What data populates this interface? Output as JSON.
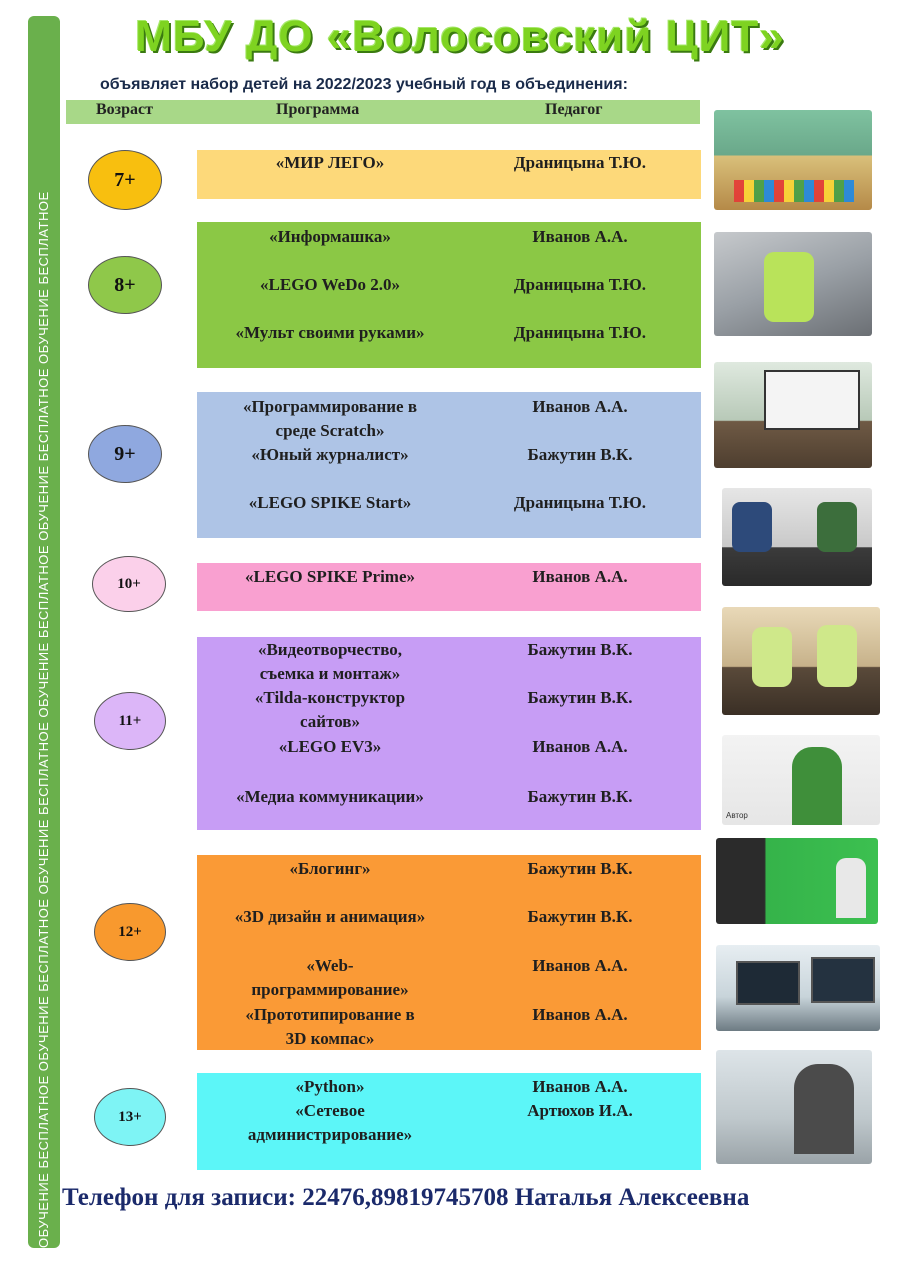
{
  "title": "МБУ ДО «Волосовский ЦИТ»",
  "subtitle": "объявляет набор детей на 2022/2023 учебный год в объединения:",
  "side_label": "ОБУЧЕНИЕ БЕСПЛАТНОЕ   ОБУЧЕНИЕ БЕСПЛАТНОЕ   ОБУЧЕНИЕ БЕСПЛАТНОЕ   ОБУЧЕНИЕ БЕСПЛАТНОЕ   ОБУЧЕНИЕ БЕСПЛАТНОЕ   ОБУЧЕНИЕ БЕСПЛАТНОЕ",
  "headers": {
    "age": "Возраст",
    "program": "Программа",
    "teacher": "Педагог"
  },
  "colors": {
    "yellow": "#fdd97a",
    "green": "#8bc845",
    "blue": "#aec4e6",
    "pink": "#f9a0d0",
    "purple": "#c79df5",
    "orange": "#fa9a36",
    "cyan": "#5cf6f8"
  },
  "groups": [
    {
      "age": "7+",
      "rows": [
        {
          "program": "«МИР ЛЕГО»",
          "teacher": "Драницына Т.Ю."
        }
      ]
    },
    {
      "age": "8+",
      "rows": [
        {
          "program": "«Информашка»",
          "teacher": "Иванов А.А."
        },
        {
          "program": "«LEGO WeDo 2.0»",
          "teacher": "Драницына Т.Ю."
        },
        {
          "program": "«Мульт своими руками»",
          "teacher": "Драницына Т.Ю."
        }
      ]
    },
    {
      "age": "9+",
      "rows": [
        {
          "program_l1": "«Программирование в",
          "program_l2": "среде Scratch»",
          "teacher": "Иванов А.А."
        },
        {
          "program": "«Юный журналист»",
          "teacher": "Бажутин В.К."
        },
        {
          "program": "«LEGO SPIKE Start»",
          "teacher": "Драницына Т.Ю."
        }
      ]
    },
    {
      "age": "10+",
      "rows": [
        {
          "program": "«LEGO SPIKE Prime»",
          "teacher": "Иванов А.А."
        }
      ]
    },
    {
      "age": "11+",
      "rows": [
        {
          "program_l1": "«Видеотворчество,",
          "program_l2": "съемка и монтаж»",
          "teacher": "Бажутин В.К."
        },
        {
          "program_l1": "«Tilda-конструктор",
          "program_l2": "сайтов»",
          "teacher": "Бажутин В.К."
        },
        {
          "program": "«LEGO EV3»",
          "teacher": "Иванов А.А."
        },
        {
          "program": "«Медиа коммуникации»",
          "teacher": "Бажутин В.К."
        }
      ]
    },
    {
      "age": "12+",
      "rows": [
        {
          "program": "«Блогинг»",
          "teacher": "Бажутин В.К."
        },
        {
          "program": "«3D дизайн и анимация»",
          "teacher": "Бажутин В.К."
        },
        {
          "program_l1": "«Web-",
          "program_l2": "программирование»",
          "teacher": "Иванов А.А."
        },
        {
          "program_l1": "«Прототипирование в",
          "program_l2": "3D компас»",
          "teacher": "Иванов А.А."
        }
      ]
    },
    {
      "age": "13+",
      "rows": [
        {
          "program": "«Python»",
          "teacher": "Иванов А.А."
        },
        {
          "program_l1": "«Сетевое",
          "program_l2": "администрирование»",
          "teacher": "Артюхов И.А."
        }
      ]
    }
  ],
  "photo_caption_author": "Автор",
  "phone_line": "Телефон для записи: 22476,89819745708 Наталья Алексеевна"
}
